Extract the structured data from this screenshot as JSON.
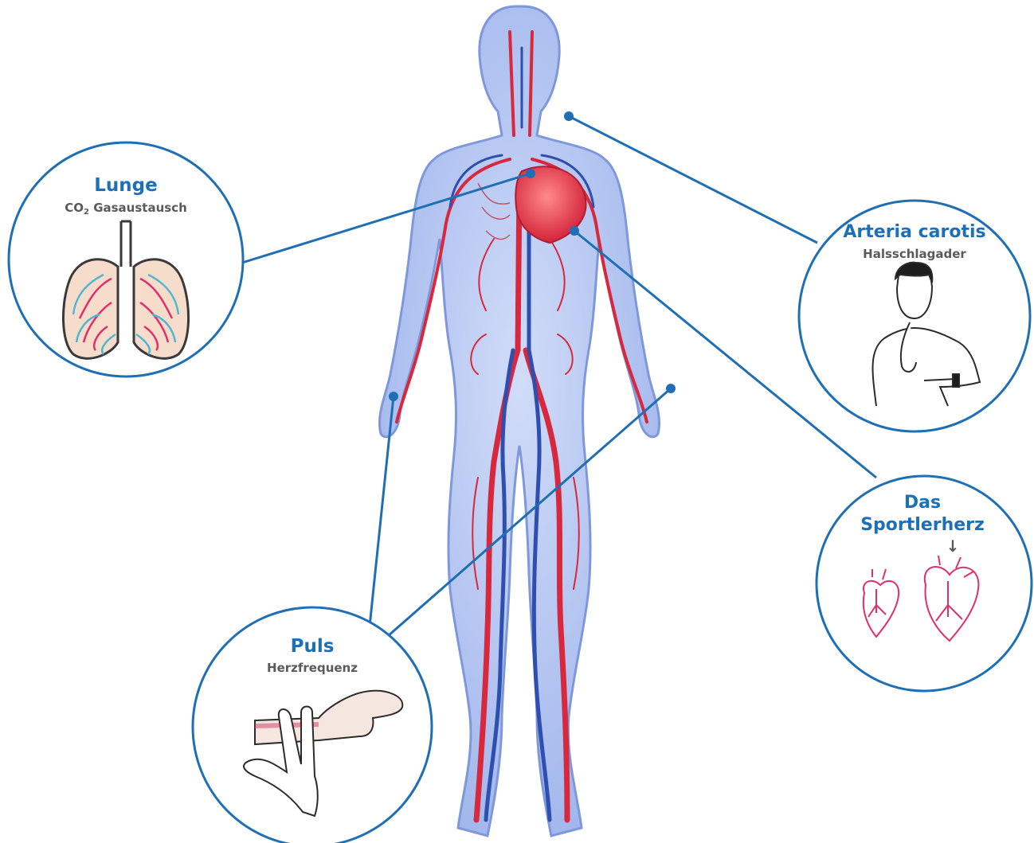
{
  "callouts": {
    "lunge": {
      "title": "Lunge",
      "subtitle_co": "CO",
      "subtitle_sub": "2",
      "subtitle_rest": " Gasaustausch"
    },
    "carotis": {
      "title": "Arteria carotis",
      "subtitle": "Halsschlagader"
    },
    "herz": {
      "title_line1": "Das",
      "title_line2": "Sportlerherz",
      "arrow": "↓"
    },
    "puls": {
      "title": "Puls",
      "subtitle": "Herzfrequenz"
    }
  },
  "colors": {
    "accent": "#1f6fb5",
    "body_fill": "#a9bff0",
    "artery": "#d8283e",
    "vein": "#2f4fb0",
    "heart_line": "#e0306a",
    "lung_fill": "#f6dccb"
  }
}
